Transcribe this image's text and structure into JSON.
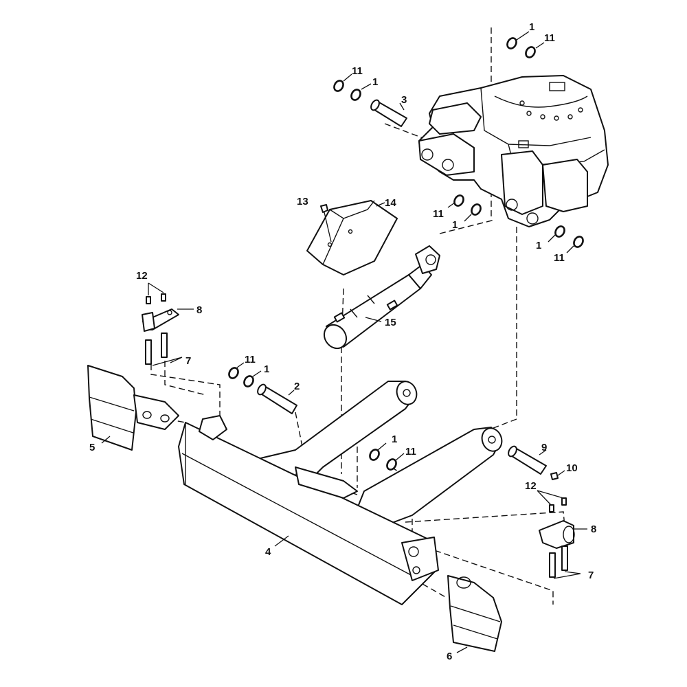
{
  "diagram": {
    "callouts": [
      {
        "id": "c1a",
        "text": "1"
      },
      {
        "id": "c11a",
        "text": "11"
      },
      {
        "id": "c11b",
        "text": "11"
      },
      {
        "id": "c1b",
        "text": "1"
      },
      {
        "id": "c3",
        "text": "3"
      },
      {
        "id": "c13",
        "text": "13"
      },
      {
        "id": "c14",
        "text": "14"
      },
      {
        "id": "c11c",
        "text": "11"
      },
      {
        "id": "c1c",
        "text": "1"
      },
      {
        "id": "c1d",
        "text": "1"
      },
      {
        "id": "c11d",
        "text": "11"
      },
      {
        "id": "c12a",
        "text": "12"
      },
      {
        "id": "c8a",
        "text": "8"
      },
      {
        "id": "c15",
        "text": "15"
      },
      {
        "id": "c7a",
        "text": "7"
      },
      {
        "id": "c11e",
        "text": "11"
      },
      {
        "id": "c1e",
        "text": "1"
      },
      {
        "id": "c2",
        "text": "2"
      },
      {
        "id": "c5",
        "text": "5"
      },
      {
        "id": "c1f",
        "text": "1"
      },
      {
        "id": "c11f",
        "text": "11"
      },
      {
        "id": "c9",
        "text": "9"
      },
      {
        "id": "c10",
        "text": "10"
      },
      {
        "id": "c12b",
        "text": "12"
      },
      {
        "id": "c8b",
        "text": "8"
      },
      {
        "id": "c4",
        "text": "4"
      },
      {
        "id": "c7b",
        "text": "7"
      },
      {
        "id": "c6",
        "text": "6"
      }
    ]
  }
}
